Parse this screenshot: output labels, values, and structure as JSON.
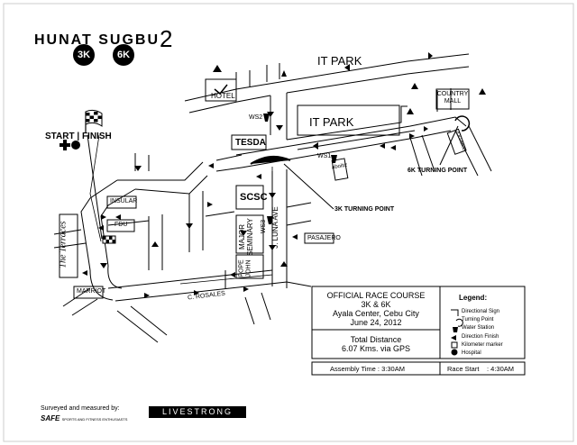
{
  "header": {
    "title_main": "HUNAT SUGBU",
    "title_num": "2",
    "badges": [
      "3K",
      "6K"
    ]
  },
  "places": {
    "it_park_top": "IT PARK",
    "it_park_block": "IT PARK",
    "hotel": "HOTEL",
    "country_mall_line1": "COUNTRY",
    "country_mall_line2": "MALL",
    "tesda": "TESDA",
    "abotiz": "aboitiz",
    "scsc": "SCSC",
    "major_seminary_1": "MAJOR",
    "major_seminary_2": "SEMINARY",
    "pope_john_1": "POPE",
    "pope_john_2": "JOHN",
    "insular": "INSULAR",
    "fdu": "FDU",
    "the_terraces": "The Terraces",
    "marriott": "MARRIOT",
    "pasajero": "PASAJERO",
    "j_luna": "J. LUNA AVE",
    "c_rosales": "C. ROSALES",
    "jollibee": "JOLLIBEE"
  },
  "markers": {
    "ws1": "WS1",
    "ws2": "WS2",
    "ws3": "WS3",
    "start_finish": "START | FINISH",
    "turning_6k": "6K TURNING POINT",
    "turning_3k": "3K TURNING POINT"
  },
  "info_box": {
    "line1": "OFFICIAL RACE COURSE",
    "line2": "3K & 6K",
    "line3": "Ayala Center, Cebu City",
    "line4": "June 24, 2012",
    "line5": "Total Distance",
    "line6": "6.07 Kms. via GPS"
  },
  "legend": {
    "title": "Legend:",
    "items": [
      "Directional Sign",
      "Turning Point",
      "Water Station",
      "Direction Finish",
      "Kilometer marker",
      "Hospital"
    ]
  },
  "times": {
    "assembly_label": "Assembly Time : 3:30AM",
    "race_label": "Race Start",
    "race_value": ": 4:30AM"
  },
  "footer": {
    "surveyed": "Surveyed and measured by:",
    "safe_name": "SAFE",
    "safe_tag": "SPORTS AND FITNESS ENTHUSIASTS",
    "livestrong": "LIVESTRONG"
  }
}
